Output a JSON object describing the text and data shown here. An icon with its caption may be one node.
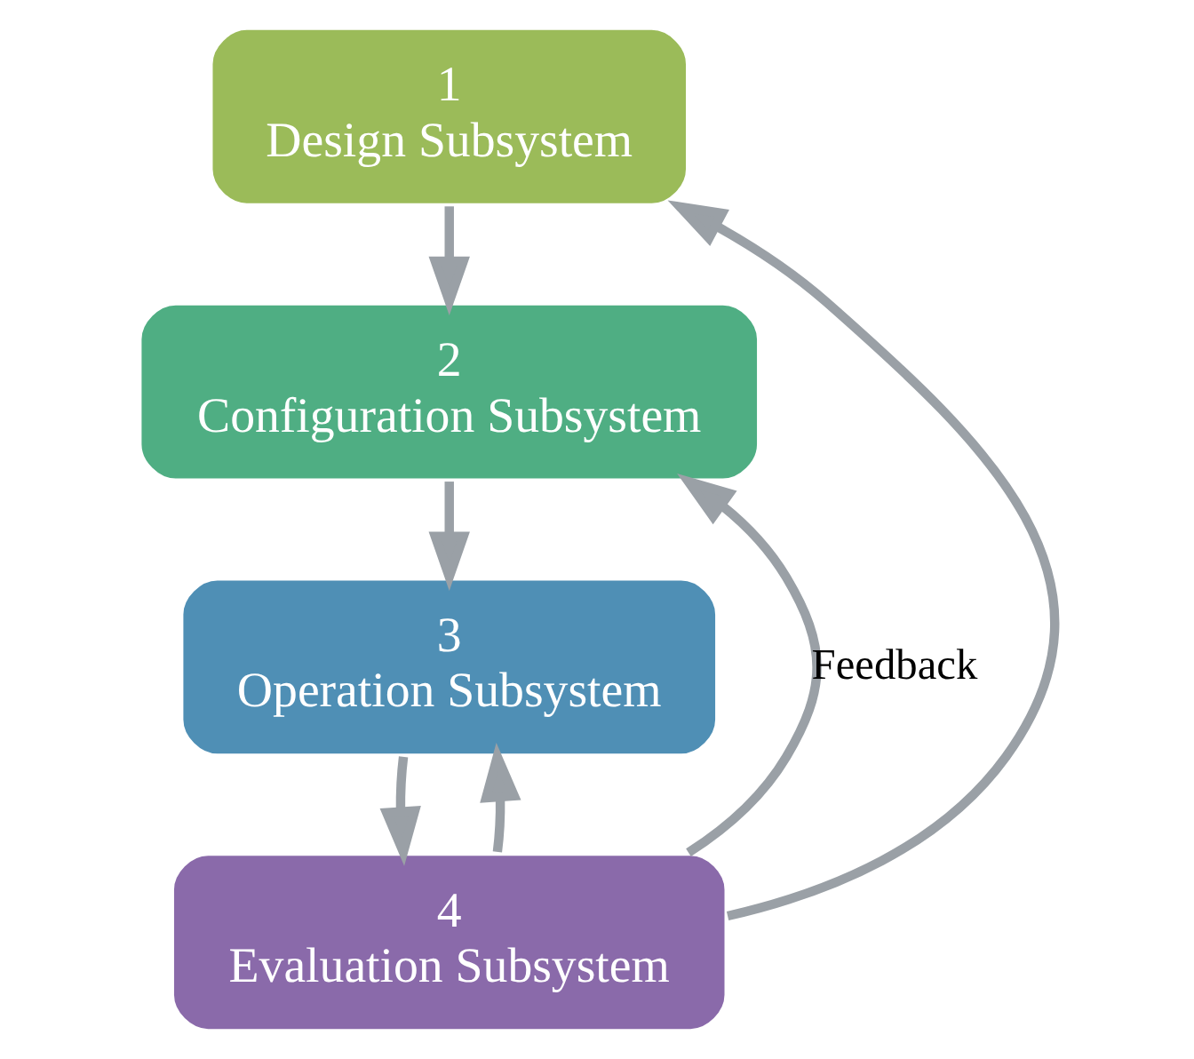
{
  "diagram": {
    "nodes": [
      {
        "text": [
          "1",
          "Design Subsystem"
        ]
      },
      {
        "text": [
          "2",
          "Configuration Subsystem"
        ]
      },
      {
        "text": [
          "3",
          "Operation Subsystem"
        ]
      },
      {
        "text": [
          "4",
          "Evaluation Subsystem"
        ]
      }
    ],
    "edges": [
      {
        "from": 0,
        "to": 1,
        "arrow": "to"
      },
      {
        "from": 1,
        "to": 2,
        "arrow": "to"
      },
      {
        "from": 2,
        "to": 3,
        "arrow": "to"
      },
      {
        "from": 3,
        "to": 0,
        "arrow": "to"
      },
      {
        "from": 3,
        "to": 1,
        "arrow": "to",
        "label": "Feedback"
      },
      {
        "from": 3,
        "to": 2,
        "arrow": "to"
      }
    ]
  }
}
